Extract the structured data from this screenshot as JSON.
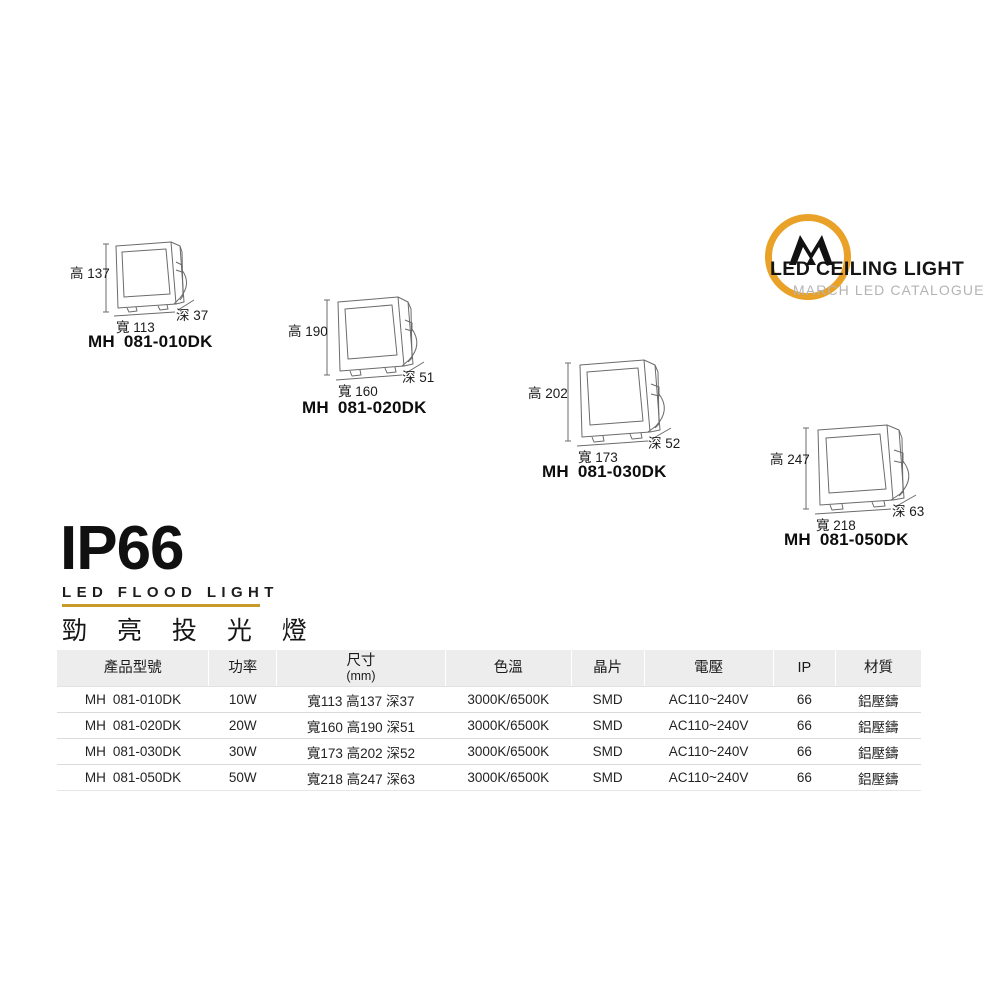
{
  "logo": {
    "title": "LED CEILING LIGHT",
    "subtitle": "MARCH LED CATALOGUE",
    "ring_color": "#e9a227",
    "mark_color": "#111111",
    "subtitle_color": "#b4b4b4"
  },
  "heading": {
    "ip_rating": "IP66",
    "product_type": "LED FLOOD LIGHT",
    "product_type_cn": "勁 亮 投 光 燈",
    "rule_color": "#c79a2a"
  },
  "products": [
    {
      "model_prefix": "MH",
      "model_code": "081-010DK",
      "height_label": "高 137",
      "width_label": "寬 113",
      "depth_label": "深 37"
    },
    {
      "model_prefix": "MH",
      "model_code": "081-020DK",
      "height_label": "高 190",
      "width_label": "寬 160",
      "depth_label": "深 51"
    },
    {
      "model_prefix": "MH",
      "model_code": "081-030DK",
      "height_label": "高 202",
      "width_label": "寬 173",
      "depth_label": "深 52"
    },
    {
      "model_prefix": "MH",
      "model_code": "081-050DK",
      "height_label": "高 247",
      "width_label": "寬 218",
      "depth_label": "深 63"
    }
  ],
  "spec_table": {
    "headers": [
      {
        "main": "產品型號",
        "sub": ""
      },
      {
        "main": "功率",
        "sub": ""
      },
      {
        "main": "尺寸",
        "sub": "(mm)"
      },
      {
        "main": "色溫",
        "sub": ""
      },
      {
        "main": "晶片",
        "sub": ""
      },
      {
        "main": "電壓",
        "sub": ""
      },
      {
        "main": "IP",
        "sub": ""
      },
      {
        "main": "材質",
        "sub": ""
      }
    ],
    "rows": [
      {
        "model_prefix": "MH",
        "model_code": "081-010DK",
        "power": "10W",
        "size": "寬113 高137 深37",
        "cct": "3000K/6500K",
        "chip": "SMD",
        "voltage": "AC110~240V",
        "ip": "66",
        "material": "鋁壓鑄"
      },
      {
        "model_prefix": "MH",
        "model_code": "081-020DK",
        "power": "20W",
        "size": "寬160 高190 深51",
        "cct": "3000K/6500K",
        "chip": "SMD",
        "voltage": "AC110~240V",
        "ip": "66",
        "material": "鋁壓鑄"
      },
      {
        "model_prefix": "MH",
        "model_code": "081-030DK",
        "power": "30W",
        "size": "寬173 高202 深52",
        "cct": "3000K/6500K",
        "chip": "SMD",
        "voltage": "AC110~240V",
        "ip": "66",
        "material": "鋁壓鑄"
      },
      {
        "model_prefix": "MH",
        "model_code": "081-050DK",
        "power": "50W",
        "size": "寬218 高247 深63",
        "cct": "3000K/6500K",
        "chip": "SMD",
        "voltage": "AC110~240V",
        "ip": "66",
        "material": "鋁壓鑄"
      }
    ]
  }
}
